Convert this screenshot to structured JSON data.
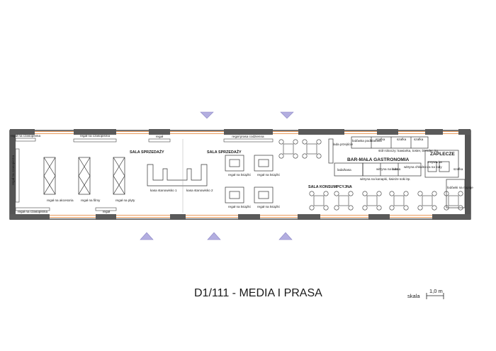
{
  "title": "D1/111 - MEDIA I PRASA",
  "scale": {
    "label": "skala",
    "unit": "1,0 m"
  },
  "rooms": {
    "sales_1": "SALA SPRZEDAŻY",
    "sales_2": "SALA SPRZEDAŻY",
    "bar": "BAR-MAŁA GASTRONOMIA",
    "consumption": "SALA KONSUMPCYJNA",
    "backroom": "ZAPLECZE"
  },
  "labels": {
    "regal_czasopisma_tl": "regał na czasopisma",
    "regal_czasopisma_top": "regał na czasopisma",
    "regal_top": "regał",
    "regal_prasa": "regał prasa codzienna",
    "regal_czasopisma_left": "regał na czasopisma",
    "regal_czasopisma_bl": "regał na czasopisma",
    "regal_bottom": "regał",
    "regal_akcesoria": "regał na akcesoria",
    "regal_filmy": "regał na filmy",
    "regal_plyty": "regał na płyty",
    "kasa_1": "kasa stanowisko 1",
    "kasa_2": "kasa stanowisko 2",
    "regal_ksiazki_1": "regał na książki",
    "regal_ksiazki_2": "regał na książki",
    "regal_ksiazki_3": "regał na książki",
    "regal_ksiazki_4": "regał na książki",
    "lada_przejscie": "lada przejście",
    "lodowka_podblatowa": "lodówka podblatowa",
    "szafka_1": "szafka",
    "szafka_2": "szafka",
    "szafka_3": "szafka",
    "szafka_4": "szafka",
    "stol_roboczy": "stół roboczy: kawiarka, toster, blender, itp.",
    "ladzkasa": "lada/kasa",
    "witryna_kanapki": "witryna na kanapki, świeże soki itp.",
    "witryna_ciasta": "witryna na ciasta",
    "lada": "lada",
    "witryna_chlodnicza": "witryna chłodnicza na lody",
    "zmywarka": "zmywarka",
    "lodowki_napoje": "lodówki na napoje"
  }
}
